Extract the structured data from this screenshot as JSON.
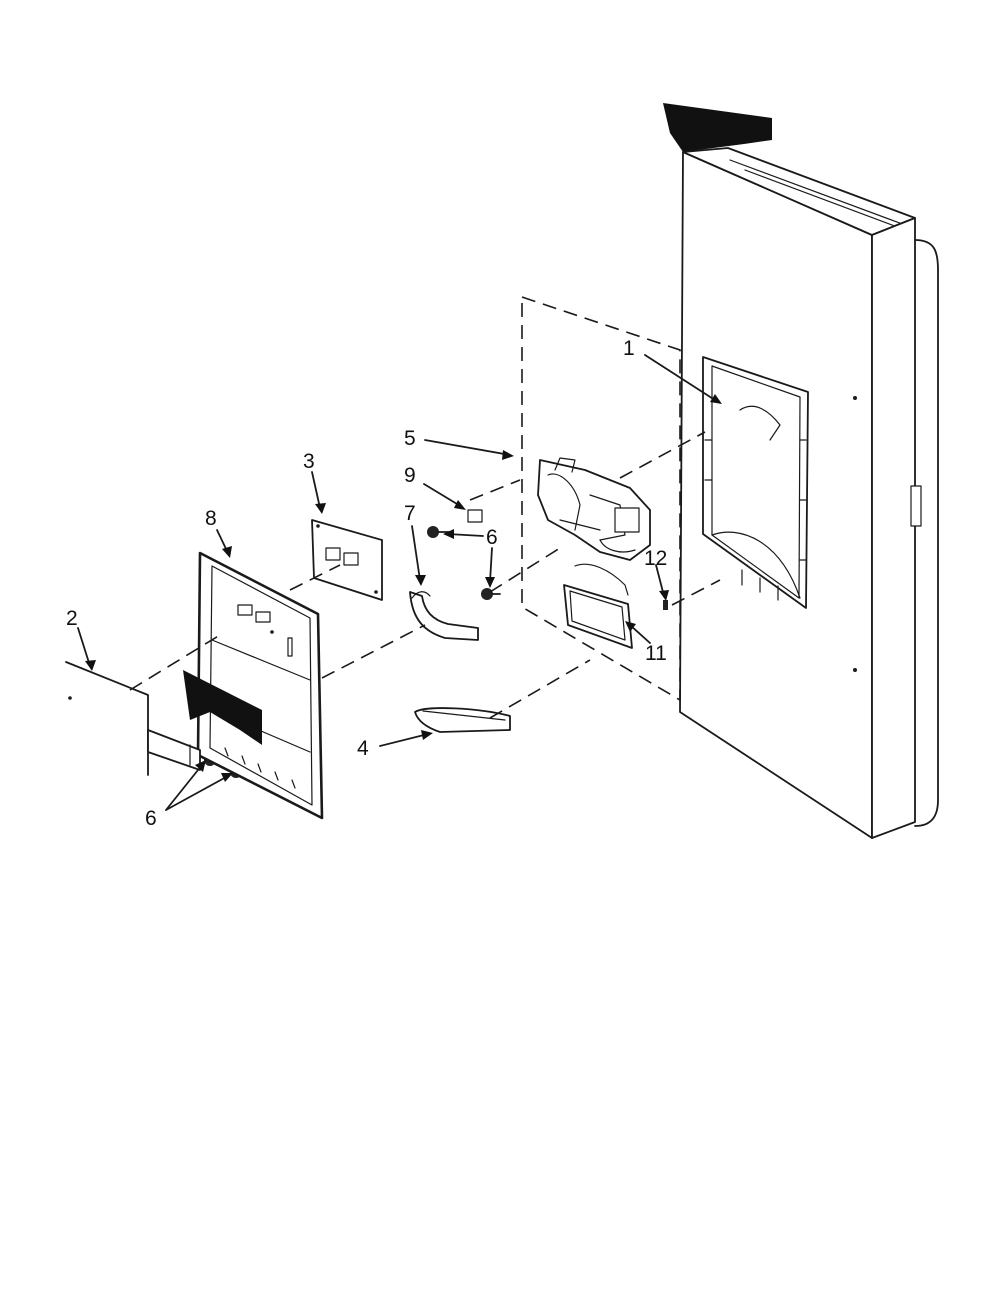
{
  "diagram": {
    "parts": [
      {
        "id": "door",
        "callout": "1",
        "name": "door-panel"
      },
      {
        "id": "cover",
        "callout": "2",
        "name": "dispenser-cover"
      },
      {
        "id": "board",
        "callout": "3",
        "name": "control-board"
      },
      {
        "id": "tray",
        "callout": "4",
        "name": "drip-tray"
      },
      {
        "id": "assembly",
        "callout": "5",
        "name": "dispenser-assembly"
      },
      {
        "id": "screw",
        "callout": "6",
        "name": "screw"
      },
      {
        "id": "lever",
        "callout": "7",
        "name": "actuator-lever"
      },
      {
        "id": "facade",
        "callout": "8",
        "name": "dispenser-facade"
      },
      {
        "id": "spring",
        "callout": "9",
        "name": "spring"
      },
      {
        "id": "light",
        "callout": "11",
        "name": "light-lens"
      },
      {
        "id": "clip",
        "callout": "12",
        "name": "clip"
      }
    ],
    "callouts": {
      "c1": "1",
      "c2": "2",
      "c3": "3",
      "c4": "4",
      "c5": "5",
      "c6a": "6",
      "c6b": "6",
      "c7": "7",
      "c8": "8",
      "c9": "9",
      "c11": "11",
      "c12": "12"
    }
  }
}
